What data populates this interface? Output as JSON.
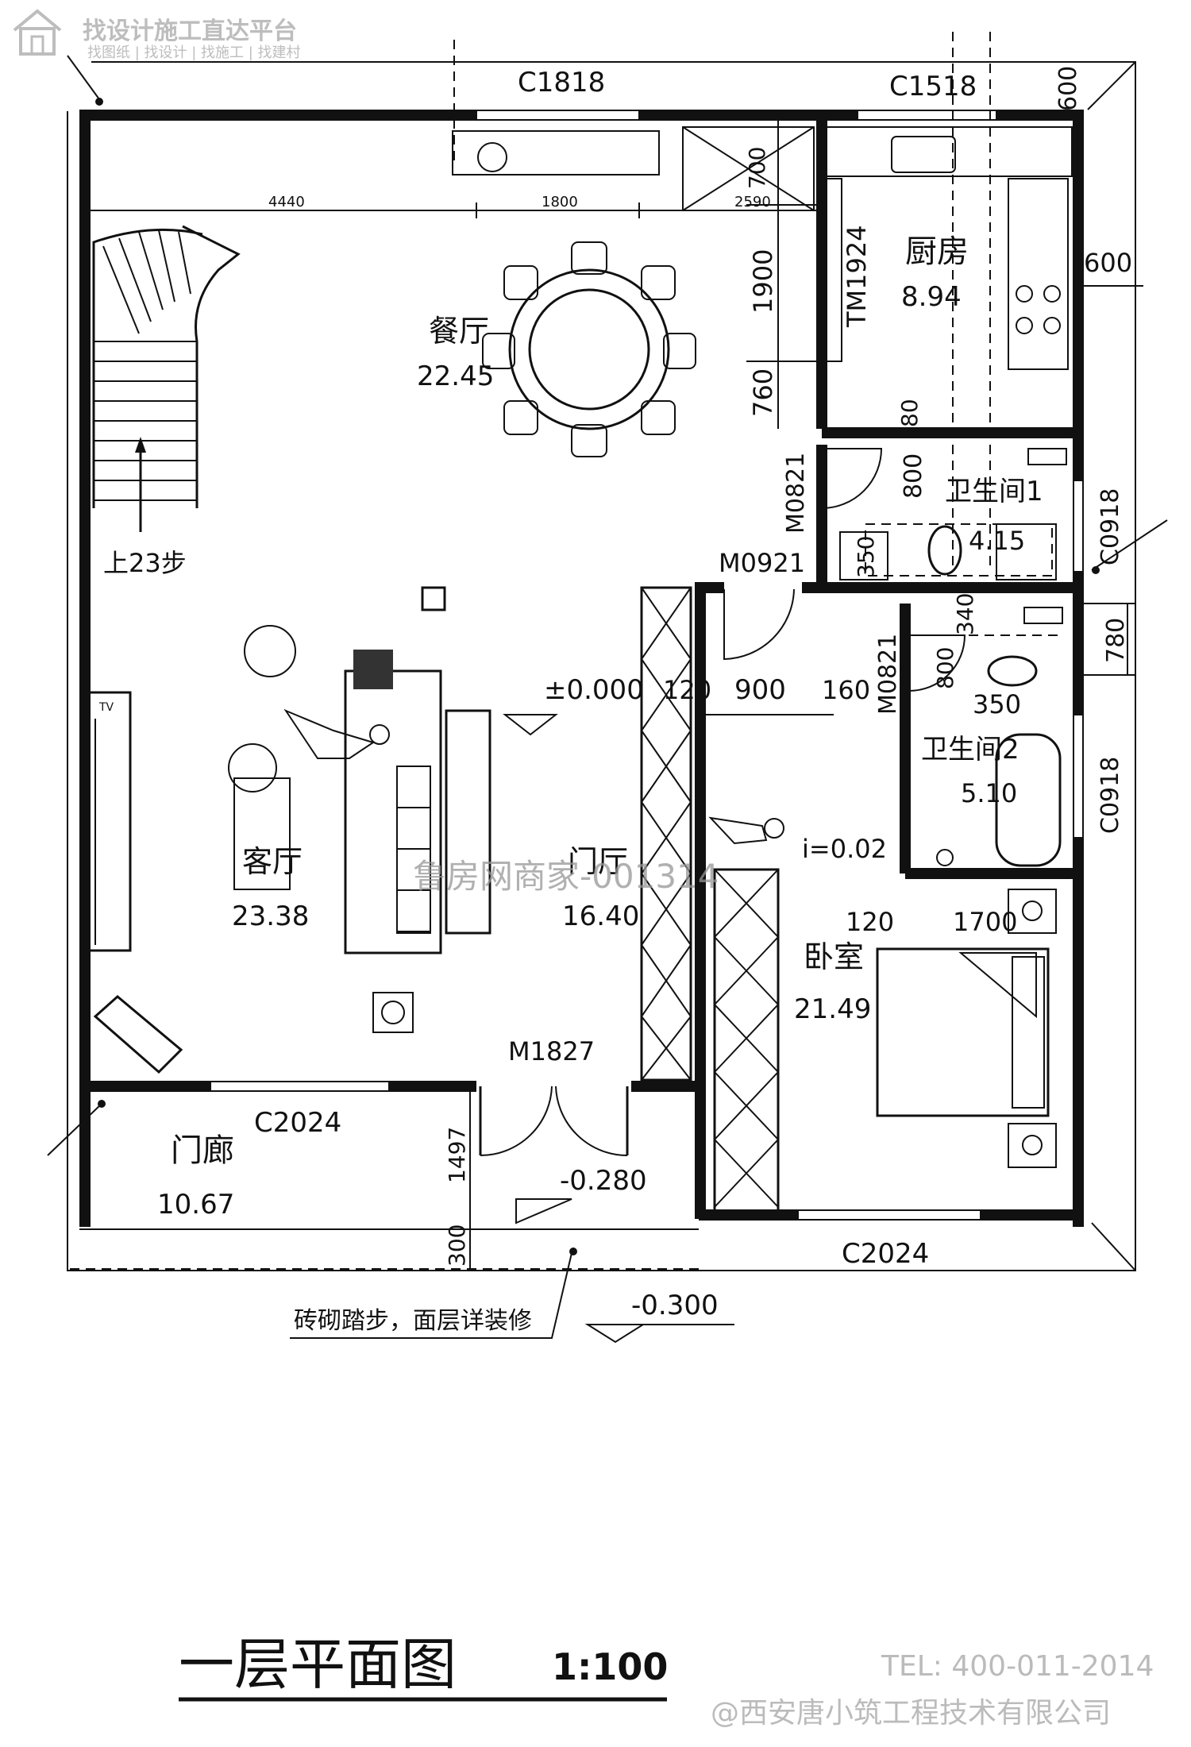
{
  "logo": {
    "title": "找设计施工直达平台",
    "subtitle": "找图纸 | 找设计 | 找施工 | 找建村"
  },
  "plan_title": "一层平面图",
  "plan_scale": "1:100",
  "footer": {
    "tel": "TEL: 400-011-2014",
    "company": "@西安唐小筑工程技术有限公司"
  },
  "watermark": "鲁房网商家-001314",
  "rooms": {
    "dining": {
      "name": "餐厅",
      "area": "22.45"
    },
    "kitchen": {
      "name": "厨房",
      "area": "8.94"
    },
    "bath1": {
      "name": "卫生间1",
      "area": "4.15"
    },
    "bath2": {
      "name": "卫生间2",
      "area": "5.10"
    },
    "living": {
      "name": "客厅",
      "area": "23.38"
    },
    "foyer": {
      "name": "门厅",
      "area": "16.40"
    },
    "bedroom": {
      "name": "卧室",
      "area": "21.49"
    },
    "porch": {
      "name": "门廊",
      "area": "10.67"
    }
  },
  "openings": {
    "c1818": "C1818",
    "c1518": "C1518",
    "tm1924": "TM1924",
    "m0821_a": "M0821",
    "m0921": "M0921",
    "m0821_b": "M0821",
    "c0918_a": "C0918",
    "c0918_b": "C0918",
    "m1827": "M1827",
    "c2024_a": "C2024",
    "c2024_b": "C2024"
  },
  "dimensions": {
    "d600_top": "600",
    "d600_right": "600",
    "d4440": "4440",
    "d1800": "1800",
    "d2590": "2590",
    "d700": "700",
    "d1900": "1900",
    "d760": "760",
    "d80": "80",
    "d800_a": "800",
    "d350_a": "350",
    "d800_b": "800",
    "d340": "340",
    "d780": "780",
    "d350_b": "350",
    "d120_a": "120",
    "d900": "900",
    "d160": "160",
    "d120_b": "120",
    "d1700": "1700",
    "d1497": "1497",
    "d300": "300"
  },
  "annotations": {
    "stairs": "上23步",
    "level_main": "±0.000",
    "level_porch": "-0.280",
    "level_ground": "-0.300",
    "slope": "i=0.02",
    "tv": "TV",
    "steps_note": "砖砌踏步，面层详装修"
  }
}
